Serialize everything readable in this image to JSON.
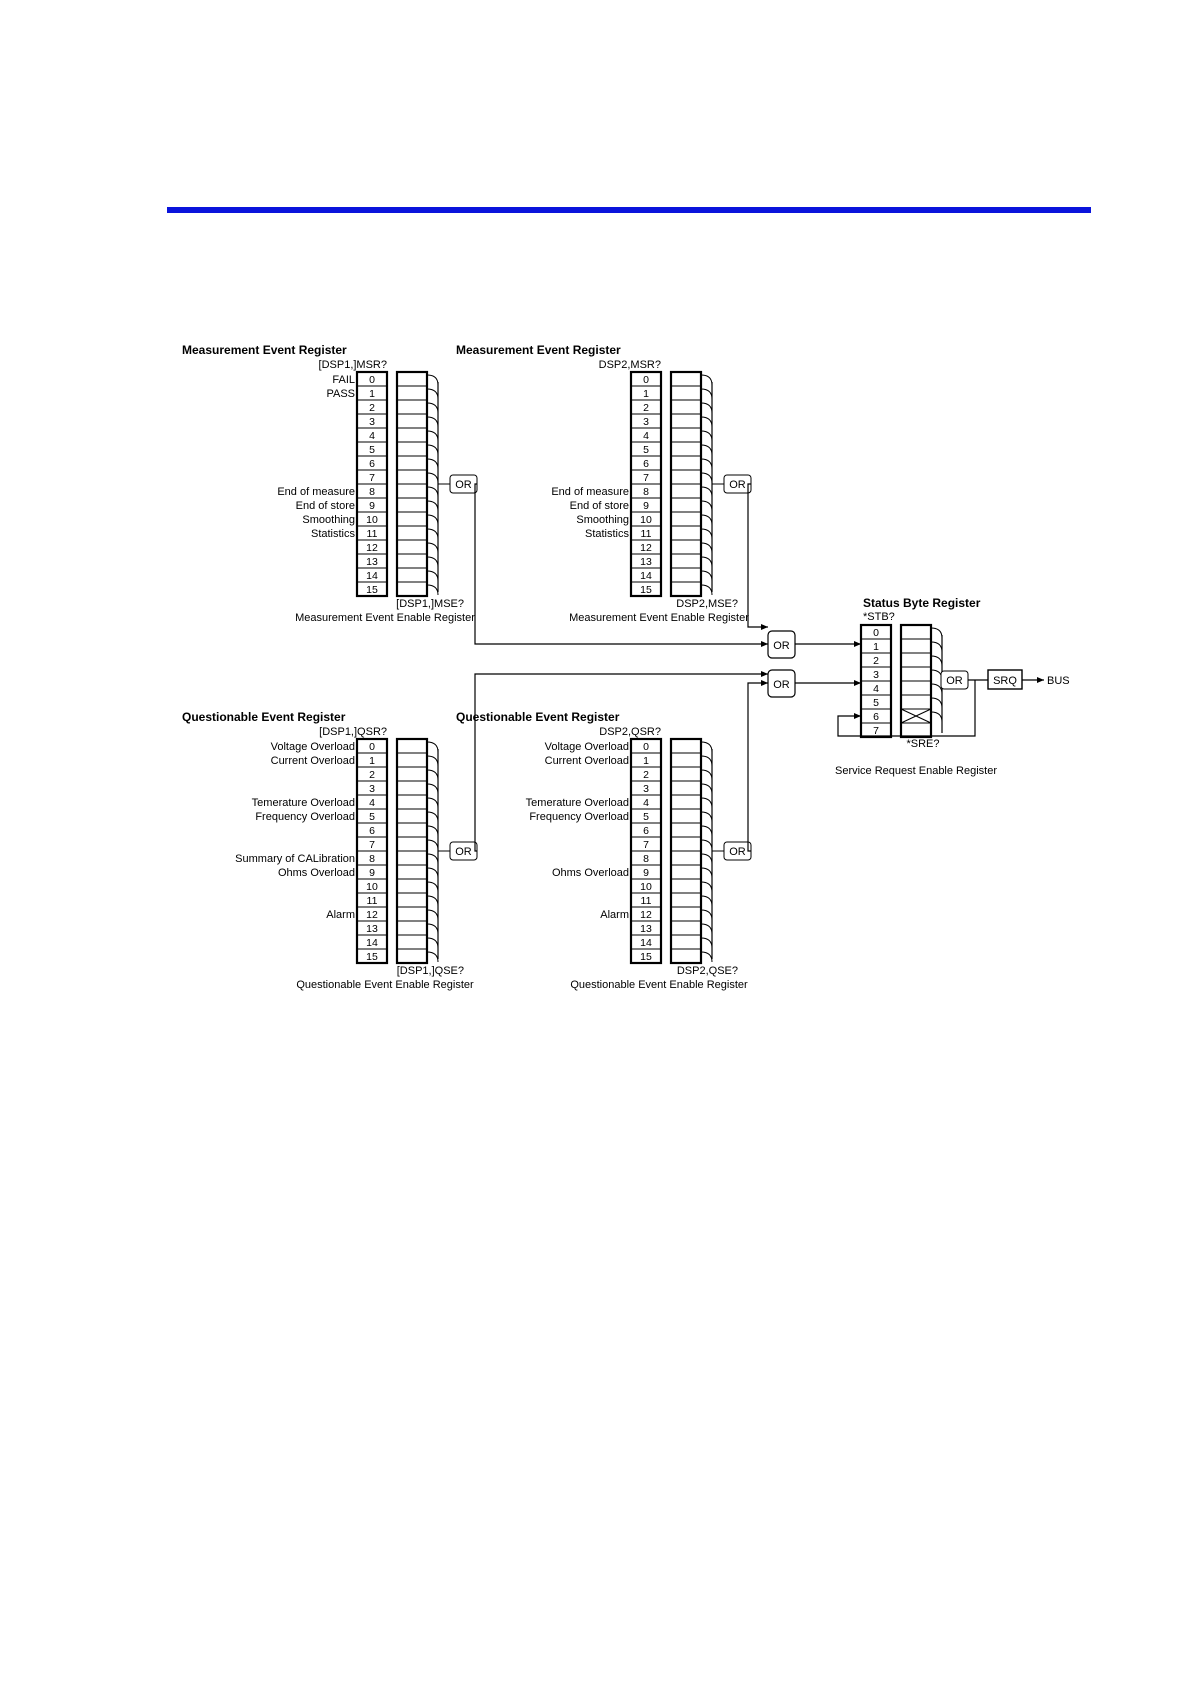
{
  "header": {
    "rule_color": "#0a14dc"
  },
  "blocks": [
    {
      "id": "mer1",
      "title": "Measurement Event Register",
      "query": "[DSP1,]MSR?",
      "enable_query": "[DSP1,]MSE?",
      "enable_caption": "Measurement Event Enable Register",
      "or_label": "OR",
      "bit_labels": [
        "FAIL",
        "PASS",
        "",
        "",
        "",
        "",
        "",
        "",
        "End of measure",
        "End of store",
        "Smoothing",
        "Statistics",
        "",
        "",
        "",
        ""
      ]
    },
    {
      "id": "mer2",
      "title": "Measurement Event Register",
      "query": "DSP2,MSR?",
      "enable_query": "DSP2,MSE?",
      "enable_caption": "Measurement Event Enable Register",
      "or_label": "OR",
      "bit_labels": [
        "",
        "",
        "",
        "",
        "",
        "",
        "",
        "",
        "End of measure",
        "End of store",
        "Smoothing",
        "Statistics",
        "",
        "",
        "",
        ""
      ]
    },
    {
      "id": "qer1",
      "title": "Questionable Event Register",
      "query": "[DSP1,]QSR?",
      "enable_query": "[DSP1,]QSE?",
      "enable_caption": "Questionable Event Enable Register",
      "or_label": "OR",
      "bit_labels": [
        "Voltage Overload",
        "Current Overload",
        "",
        "",
        "Temerature Overload",
        "Frequency Overload",
        "",
        "",
        "Summary of CALibration",
        "Ohms Overload",
        "",
        "",
        "Alarm",
        "",
        "",
        ""
      ]
    },
    {
      "id": "qer2",
      "title": "Questionable Event Register",
      "query": "DSP2,QSR?",
      "enable_query": "DSP2,QSE?",
      "enable_caption": "Questionable Event Enable Register",
      "or_label": "OR",
      "bit_labels": [
        "Voltage Overload",
        "Current Overload",
        "",
        "",
        "Temerature Overload",
        "Frequency Overload",
        "",
        "",
        "",
        "Ohms Overload",
        "",
        "",
        "Alarm",
        "",
        "",
        ""
      ]
    }
  ],
  "bit_numbers": [
    "0",
    "1",
    "2",
    "3",
    "4",
    "5",
    "6",
    "7",
    "8",
    "9",
    "10",
    "11",
    "12",
    "13",
    "14",
    "15"
  ],
  "summary_or": [
    "OR",
    "OR"
  ],
  "status_byte": {
    "title": "Status Byte Register",
    "query": "*STB?",
    "bits": [
      "0",
      "1",
      "2",
      "3",
      "4",
      "5",
      "6",
      "7"
    ],
    "enable_query": "*SRE?",
    "enable_caption": "Service Request Enable Register",
    "or_label": "OR",
    "srq_label": "SRQ",
    "bus_label": "BUS"
  }
}
